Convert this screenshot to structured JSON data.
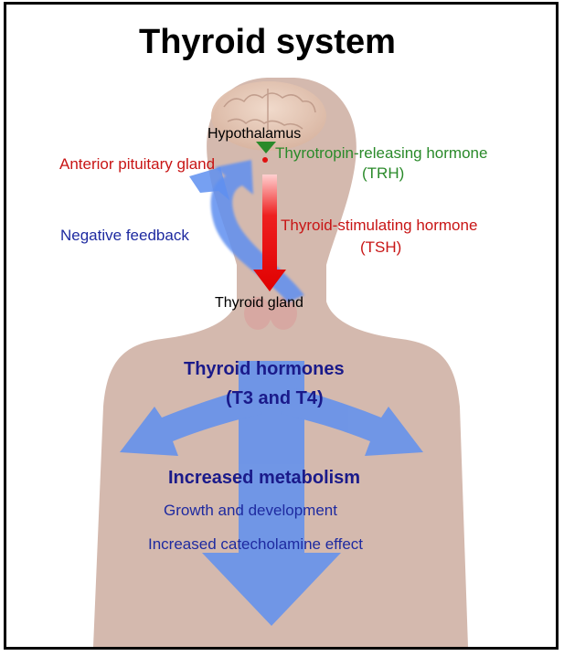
{
  "title": "Thyroid system",
  "labels": {
    "hypothalamus": "Hypothalamus",
    "anterior_pituitary": "Anterior pituitary gland",
    "trh_name": "Thyrotropin-releasing hormone",
    "trh_abbr": "(TRH)",
    "negative_feedback": "Negative feedback",
    "tsh_name": "Thyroid-stimulating hormone",
    "tsh_abbr": "(TSH)",
    "thyroid_gland": "Thyroid gland",
    "thyroid_hormones": "Thyroid hormones",
    "t3_t4": "(T3 and T4)",
    "increased_metabolism": "Increased metabolism",
    "growth": "Growth and development",
    "catecholamine": "Increased catecholamine effect"
  },
  "colors": {
    "red_label": "#c81515",
    "green_label": "#2a8a2a",
    "blue_label": "#1e2aa0",
    "dark_blue_label": "#1a1a8a",
    "body": "#c9a89a",
    "arrow_blue": "#5e8ff0",
    "arrow_red": "#e81010"
  }
}
